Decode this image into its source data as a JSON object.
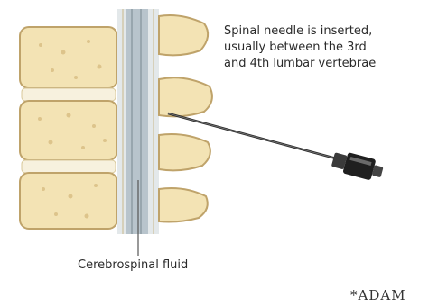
{
  "annotation": {
    "needle_caption_lines": [
      "Spinal needle is inserted,",
      "usually between the 3rd",
      "and 4th lumbar vertebrae"
    ],
    "fluid_label": "Cerebrospinal fluid"
  },
  "brand": {
    "logo_text": "*ADAM"
  },
  "colors": {
    "bone_fill": "#f3e3b4",
    "bone_outline": "#bfa36a",
    "disc_fill": "#f7f1de",
    "spinal_cord": "#b8c4cc",
    "needle": "#2b2b2b",
    "leader_line": "#555555"
  }
}
